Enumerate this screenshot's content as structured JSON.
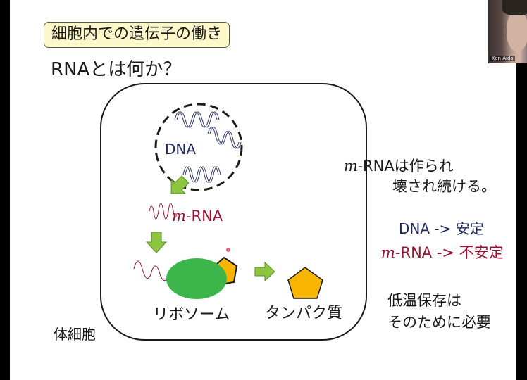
{
  "slide": {
    "title": "細胞内での遺伝子の働き",
    "subtitle": "RNAとは何か？"
  },
  "diagram": {
    "cell_label": "体細胞",
    "nucleus_label": "DNA",
    "mrna_prefix": "m",
    "mrna_suffix": "-RNA",
    "ribosome_label": "リボソーム",
    "protein_label": "タンパク質"
  },
  "notes": {
    "line1_prefix": "m-",
    "line1_suffix": "RNAは作られ",
    "line2": "壊され続ける。",
    "dna_stable": "DNA -> 安定",
    "mrna_unstable_prefix": "m",
    "mrna_unstable_suffix": "-RNA -> 不安定",
    "line3": "低温保存は",
    "line4": "そのために必要"
  },
  "webcam": {
    "participant_name": "Ken Aida"
  },
  "colors": {
    "title_bg": "#fdf8c9",
    "dna_text": "#1f2a5c",
    "mrna_text": "#9c1030",
    "arrow_green": "#8cc63f",
    "ribosome_green": "#3cb64a",
    "protein_orange": "#f7b500"
  }
}
